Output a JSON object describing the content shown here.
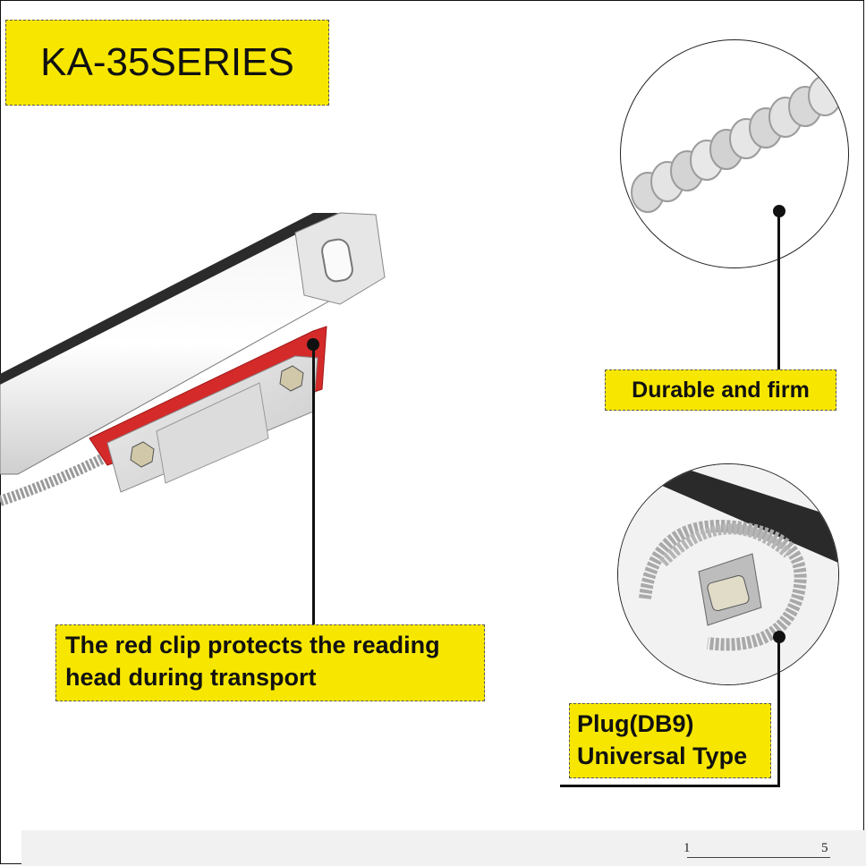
{
  "title": "KA-35SERIES",
  "callouts": {
    "durable": "Durable and firm",
    "clip_line1": "The red clip protects the reading",
    "clip_line2": "head during transport",
    "plug_line1": "Plug(DB9)",
    "plug_line2": "Universal Type"
  },
  "bottom_markers": {
    "left": "1",
    "right": "5"
  },
  "colors": {
    "label_bg": "#f7e700",
    "clip_red": "#d42a2a"
  }
}
